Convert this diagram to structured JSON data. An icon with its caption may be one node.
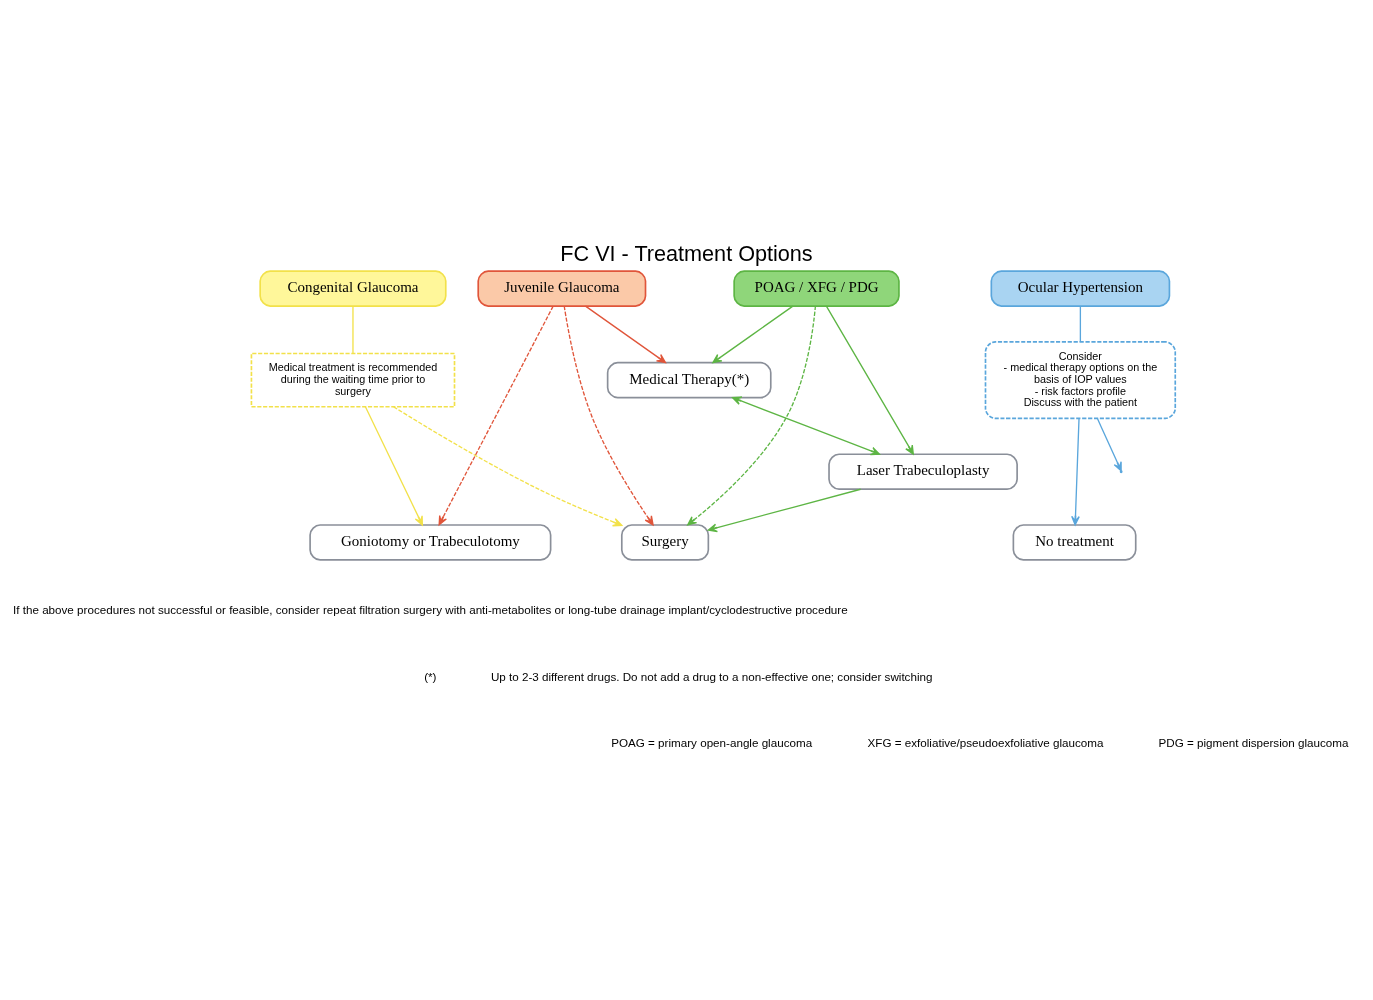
{
  "diagram": {
    "title": "FC VI - Treatment Options",
    "nodes": [
      {
        "text": [
          "Congenital Glaucoma"
        ]
      },
      {
        "text": [
          "Juvenile Glaucoma"
        ]
      },
      {
        "text": [
          "POAG / XFG / PDG"
        ]
      },
      {
        "text": [
          "Ocular Hypertension"
        ]
      },
      {
        "text": [
          "Medical treatment is recommended during the waiting time prior to surgery"
        ]
      },
      {
        "text": [
          "Medical Therapy(*)"
        ]
      },
      {
        "text": [
          "Laser Trabeculoplasty"
        ]
      },
      {
        "text": [
          "Consider",
          "- medical therapy options on the basis of IOP values",
          "- risk factors profile",
          "Discuss with the patient"
        ]
      },
      {
        "text": [
          "Goniotomy or Trabeculotomy"
        ]
      },
      {
        "text": [
          "Surgery"
        ]
      },
      {
        "text": [
          "No treatment"
        ]
      }
    ],
    "edges": [
      {
        "from": 0,
        "to": 4,
        "arrow": "none",
        "color": "#f2e14a"
      },
      {
        "from": 4,
        "to": 8,
        "arrow": "to",
        "color": "#f2e14a"
      },
      {
        "from": 4,
        "to": 9,
        "arrow": "to",
        "style": "dashed",
        "color": "#f2e14a"
      },
      {
        "from": 1,
        "to": 5,
        "arrow": "to",
        "color": "#e0553a"
      },
      {
        "from": 1,
        "to": 8,
        "arrow": "to",
        "style": "dashed",
        "color": "#e0553a"
      },
      {
        "from": 1,
        "to": 9,
        "arrow": "to",
        "style": "dashed",
        "color": "#e0553a"
      },
      {
        "from": 2,
        "to": 5,
        "arrow": "to",
        "color": "#5db544"
      },
      {
        "from": 5,
        "to": 6,
        "arrow": "both",
        "color": "#5db544"
      },
      {
        "from": 6,
        "to": 9,
        "arrow": "to",
        "color": "#5db544"
      },
      {
        "from": 2,
        "to": 6,
        "arrow": "to",
        "color": "#5db544"
      },
      {
        "from": 2,
        "to": 9,
        "arrow": "to",
        "style": "dashed",
        "color": "#5db544"
      },
      {
        "from": 3,
        "to": 7,
        "arrow": "none",
        "color": "#5aa6dc"
      },
      {
        "from": 7,
        "to": null,
        "arrow": "to",
        "color": "#5aa6dc"
      },
      {
        "from": 7,
        "to": 10,
        "arrow": "to",
        "color": "#5aa6dc"
      }
    ],
    "labels": [
      "If the above procedures not successful or feasible, consider repeat filtration surgery with anti-metabolites or long-tube drainage implant/cyclodestructive procedure",
      "(*)",
      "Up to 2-3 different drugs. Do not add a drug to a non-effective one; consider switching",
      "POAG = primary open-angle glaucoma",
      "XFG = exfoliative/pseudoexfoliative glaucoma",
      "PDG = pigment dispersion glaucoma"
    ]
  }
}
